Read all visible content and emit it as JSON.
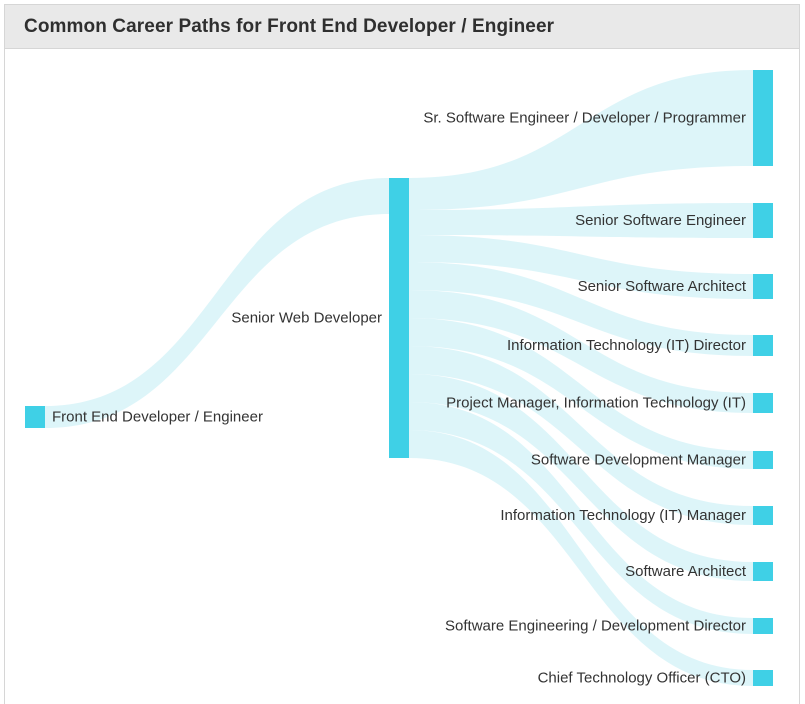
{
  "header": {
    "title": "Common Career Paths for Front End Developer / Engineer"
  },
  "colors": {
    "node": "#3fd0e6",
    "link": "#d9f4f8",
    "header_bg": "#e9e9e9"
  },
  "chart_data": {
    "type": "sankey",
    "nodes": [
      {
        "id": "source",
        "label": "Front End Developer / Engineer"
      },
      {
        "id": "mid",
        "label": "Senior Web Developer"
      },
      {
        "id": "t1",
        "label": "Sr. Software Engineer / Developer / Programmer"
      },
      {
        "id": "t2",
        "label": "Senior Software Engineer"
      },
      {
        "id": "t3",
        "label": "Senior Software Architect"
      },
      {
        "id": "t4",
        "label": "Information Technology (IT) Director"
      },
      {
        "id": "t5",
        "label": "Project Manager, Information Technology (IT)"
      },
      {
        "id": "t6",
        "label": "Software Development Manager"
      },
      {
        "id": "t7",
        "label": "Information Technology (IT) Manager"
      },
      {
        "id": "t8",
        "label": "Software Architect"
      },
      {
        "id": "t9",
        "label": "Software Engineering / Development Director"
      },
      {
        "id": "t10",
        "label": "Chief Technology Officer (CTO)"
      }
    ],
    "links": [
      {
        "source": "source",
        "target": "mid",
        "value": 20
      },
      {
        "source": "mid",
        "target": "t1",
        "value": 96
      },
      {
        "source": "mid",
        "target": "t2",
        "value": 35
      },
      {
        "source": "mid",
        "target": "t3",
        "value": 25
      },
      {
        "source": "mid",
        "target": "t4",
        "value": 21
      },
      {
        "source": "mid",
        "target": "t5",
        "value": 20
      },
      {
        "source": "mid",
        "target": "t6",
        "value": 18
      },
      {
        "source": "mid",
        "target": "t7",
        "value": 19
      },
      {
        "source": "mid",
        "target": "t8",
        "value": 19
      },
      {
        "source": "mid",
        "target": "t9",
        "value": 16
      },
      {
        "source": "mid",
        "target": "t10",
        "value": 16
      }
    ]
  }
}
